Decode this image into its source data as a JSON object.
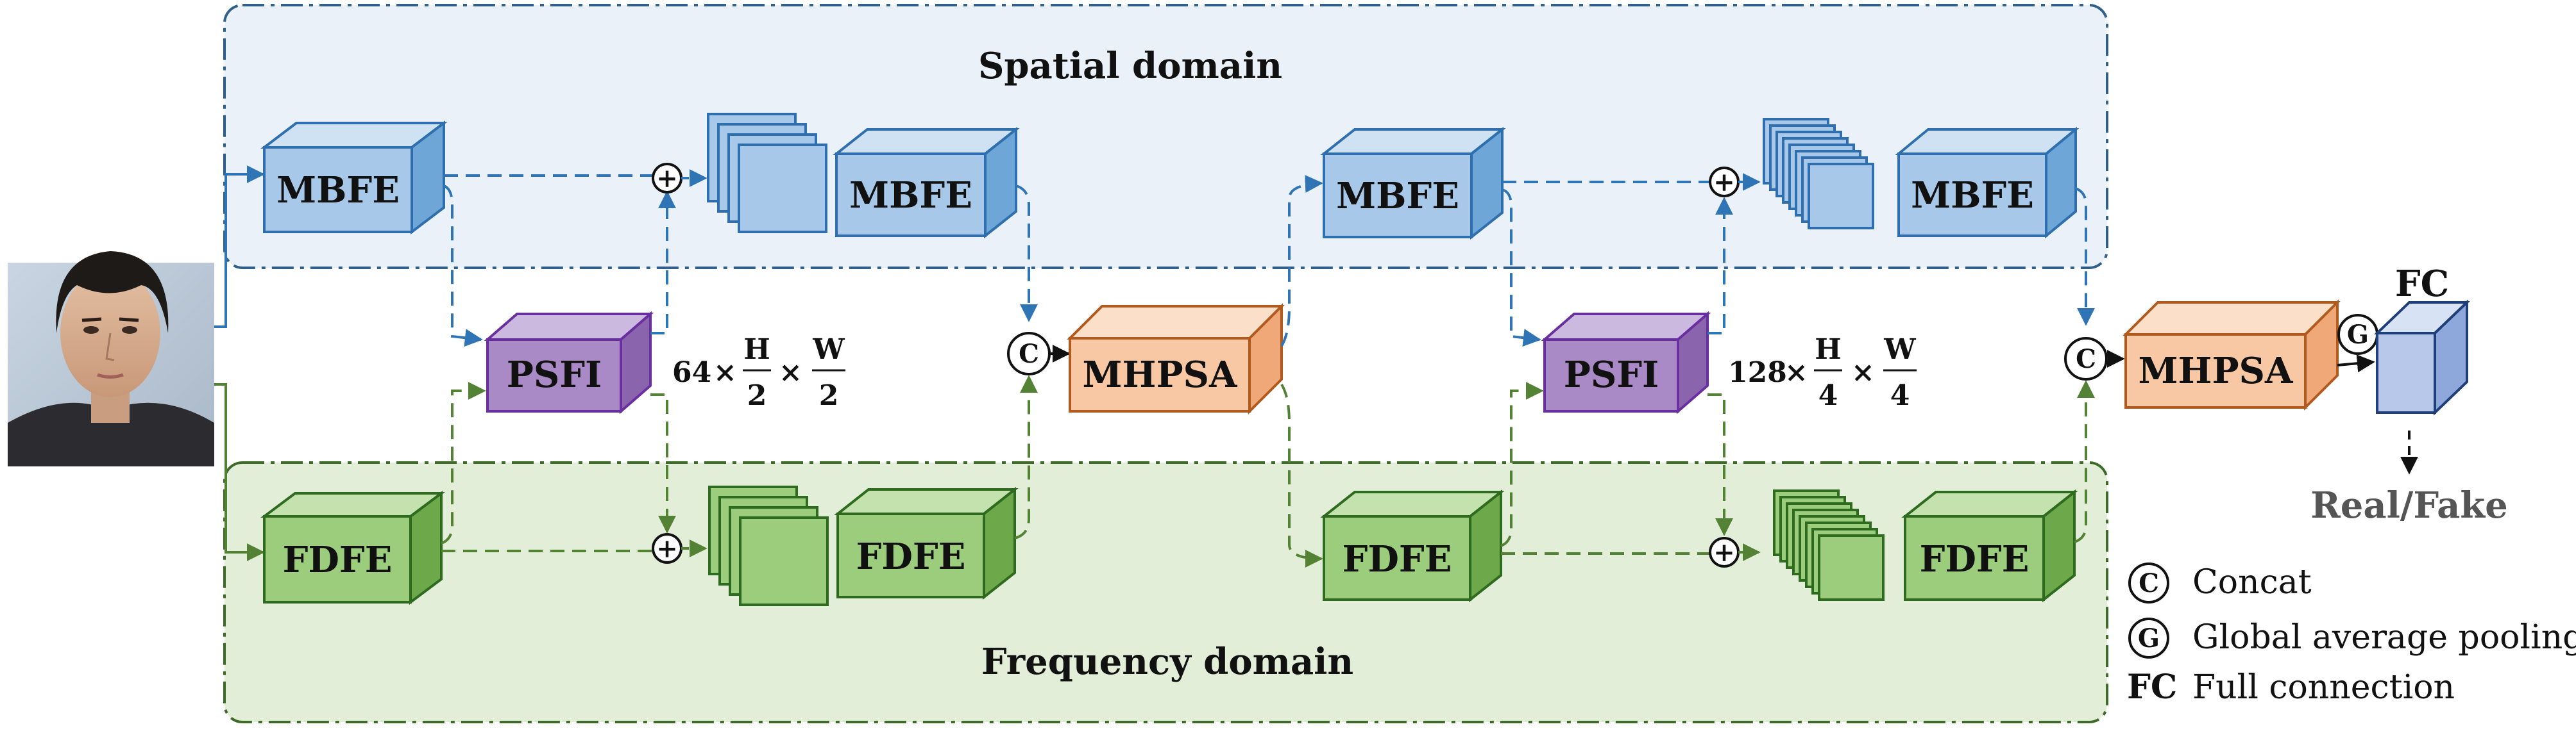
{
  "regions": {
    "spatial_title": "Spatial domain",
    "frequency_title": "Frequency domain"
  },
  "blocks": {
    "mbfe": "MBFE",
    "fdfe": "FDFE",
    "psfi": "PSFI",
    "mhpsa": "MHPSA",
    "fc": "FC"
  },
  "dims": {
    "dim1": {
      "channels": "64",
      "h_num": "H",
      "h_den": "2",
      "w_num": "W",
      "w_den": "2"
    },
    "dim2": {
      "channels": "128",
      "h_num": "H",
      "h_den": "4",
      "w_num": "W",
      "w_den": "4"
    },
    "times": "×"
  },
  "symbols": {
    "concat": "C",
    "gap": "G",
    "add": "+"
  },
  "output": "Real/Fake",
  "legend": {
    "concat_symbol": "C",
    "concat_label": "Concat",
    "gap_symbol": "G",
    "gap_label": "Global average pooling",
    "fc_symbol": "FC",
    "fc_label": "Full connection"
  },
  "colors": {
    "spatial_bg": "#eaf1f8",
    "frequency_bg": "#e3eed8",
    "blue_front": "#a7c8e8",
    "blue_top": "#cfe2f4",
    "blue_side": "#6fa6d8",
    "blue_stroke": "#2f6fae",
    "green_front": "#9ccd7c",
    "green_top": "#c3e2ad",
    "green_side": "#6da84b",
    "green_stroke": "#2f6b1f",
    "purple_front": "#a98ac6",
    "purple_top": "#ccb9e0",
    "purple_side": "#8a64ad",
    "purple_stroke": "#6a2f9e",
    "orange_front": "#f8c7a4",
    "orange_top": "#fbdfc9",
    "orange_side": "#f0a878",
    "orange_stroke": "#b05a1e",
    "fc_front": "#b7c8ea",
    "fc_top": "#d7e2f5",
    "fc_side": "#8fa8dc",
    "blue_arrow": "#2f75b5",
    "green_arrow": "#548235"
  }
}
